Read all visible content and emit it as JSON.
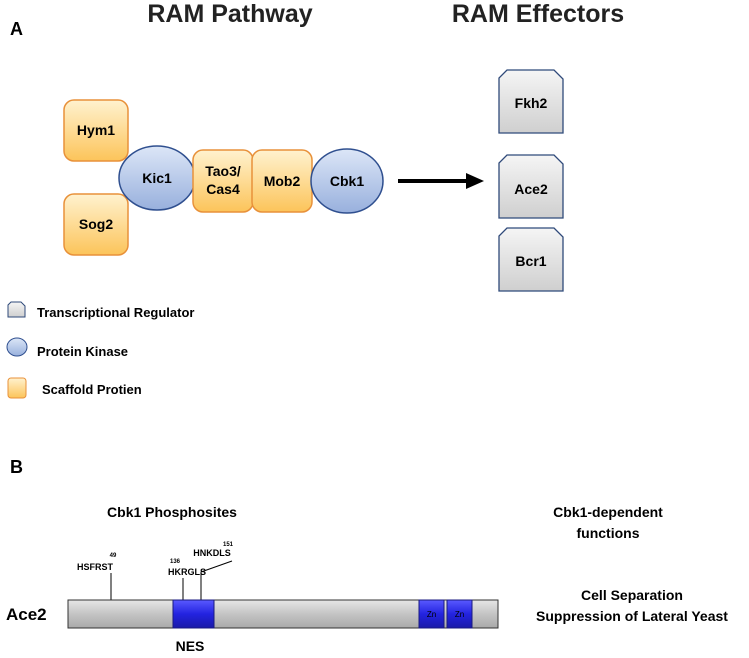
{
  "panel_a": {
    "label": "A",
    "title_left": "RAM Pathway",
    "title_right": "RAM Effectors",
    "nodes": {
      "hym1": "Hym1",
      "sog2": "Sog2",
      "kic1": "Kic1",
      "tao3_line1": "Tao3/",
      "tao3_line2": "Cas4",
      "mob2": "Mob2",
      "cbk1": "Cbk1"
    },
    "effectors": [
      "Fkh2",
      "Ace2",
      "Bcr1"
    ],
    "legend": {
      "transcriptional": "Transcriptional Regulator",
      "kinase": "Protein Kinase",
      "scaffold": "Scaffold Protien"
    }
  },
  "panel_b": {
    "label": "B",
    "phosphosites_heading": "Cbk1 Phosphosites",
    "functions_heading_line1": "Cbk1-dependent",
    "functions_heading_line2": "functions",
    "protein": "Ace2",
    "sites": [
      {
        "motif": "HSFRST",
        "position": "49"
      },
      {
        "motif": "HKRGLS",
        "position": "136"
      },
      {
        "motif": "HNKDLS",
        "position": "151"
      }
    ],
    "nes": "NES",
    "zn_label": "Zn",
    "functions": [
      "Cell Separation",
      "Suppression of Lateral Yeast"
    ]
  },
  "colors": {
    "scaffold_fill": "#ffd98a",
    "scaffold_stroke": "#e8913a",
    "kinase_fill": "#b7c8e8",
    "kinase_stroke": "#2f4f8f",
    "regulator_fill": "#e4e4e4",
    "regulator_stroke": "#2f4a7a",
    "domain_blue": "#2a2ae8",
    "bar_gray": "#c8c8c8"
  }
}
